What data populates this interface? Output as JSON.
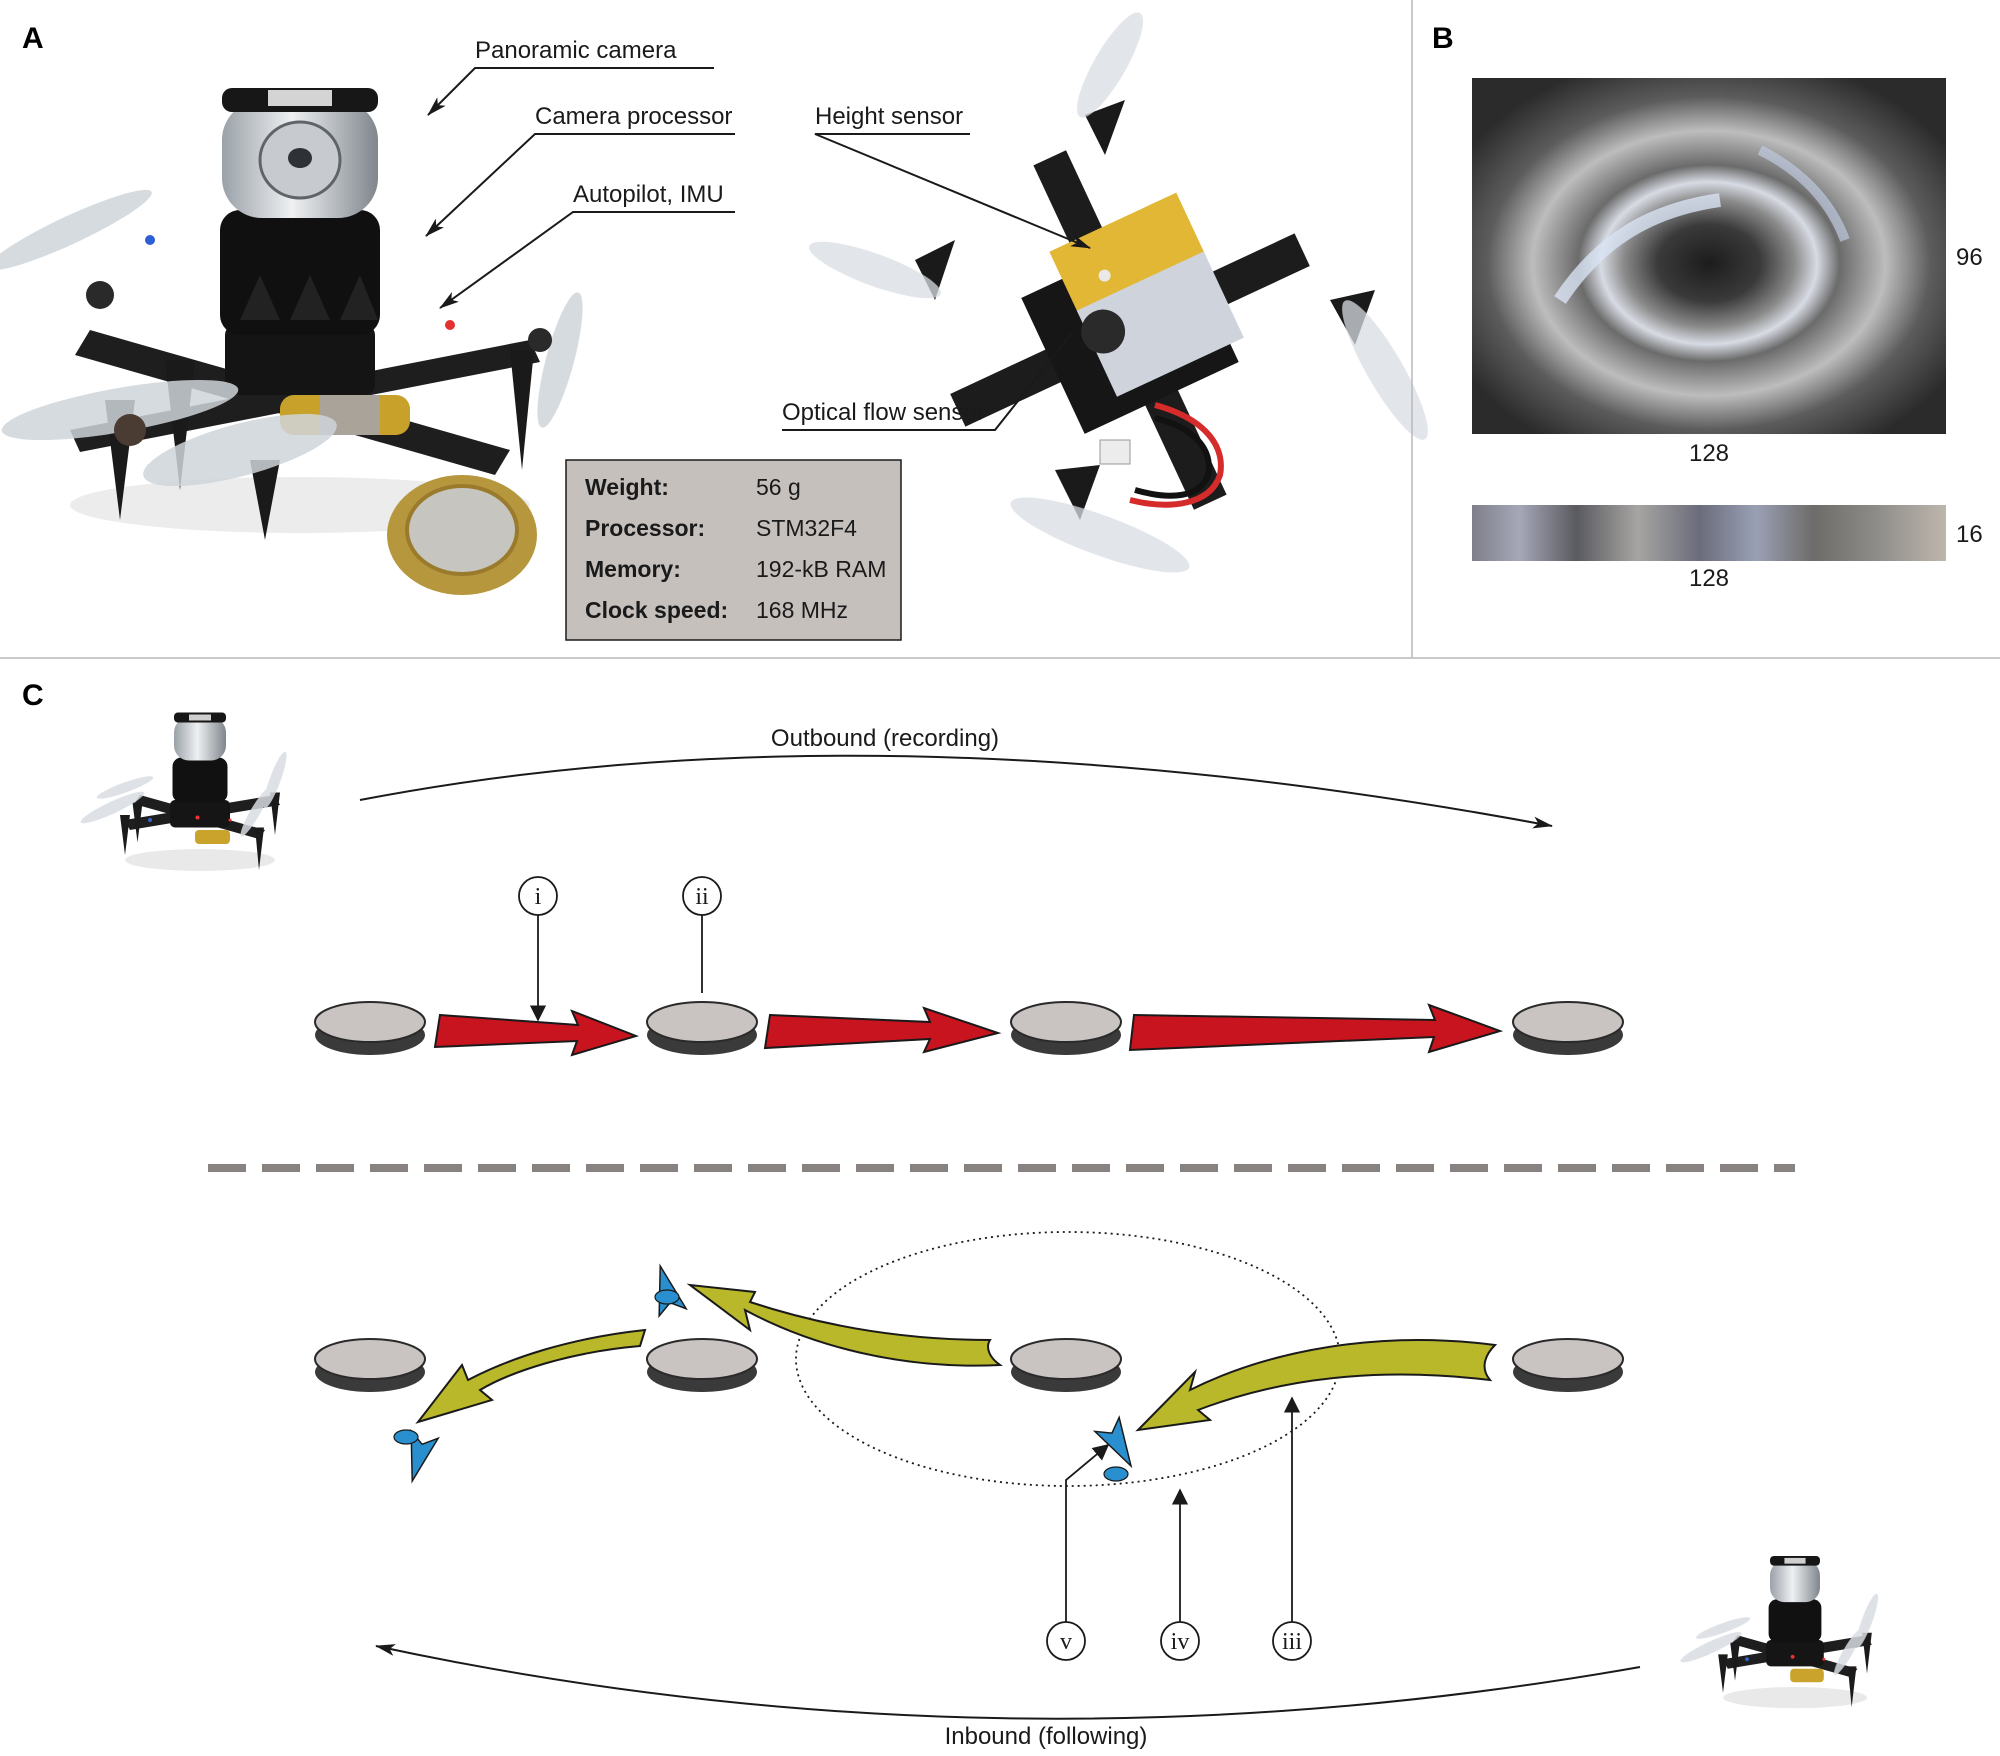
{
  "panels": {
    "a": "A",
    "b": "B",
    "c": "C"
  },
  "panel_a": {
    "callouts": {
      "panoramic_camera": "Panoramic camera",
      "camera_processor": "Camera processor",
      "autopilot": "Autopilot, IMU",
      "height_sensor": "Height sensor",
      "optical_flow": "Optical flow sensor"
    },
    "specs": [
      {
        "key": "Weight:",
        "value": "56 g"
      },
      {
        "key": "Processor:",
        "value": "STM32F4"
      },
      {
        "key": "Memory:",
        "value": "192-kB RAM"
      },
      {
        "key": "Clock speed:",
        "value": "168 MHz"
      }
    ]
  },
  "panel_b": {
    "large_image": {
      "width_label": "128",
      "height_label": "96"
    },
    "strip_image": {
      "width_label": "128",
      "height_label": "16"
    }
  },
  "panel_c": {
    "outbound_label": "Outbound (recording)",
    "inbound_label": "Inbound (following)",
    "markers": {
      "i": "i",
      "ii": "ii",
      "iii": "iii",
      "iv": "iv",
      "v": "v"
    }
  },
  "colors": {
    "outbound_arrow": "#c8141e",
    "inbound_arrow": "#b9b82a",
    "agent": "#2a8fcf",
    "waypoint_top": "#c9c3c2",
    "waypoint_bottom": "#3a3a3a",
    "spec_box": "#c6c0bd",
    "divider": "#888280"
  }
}
